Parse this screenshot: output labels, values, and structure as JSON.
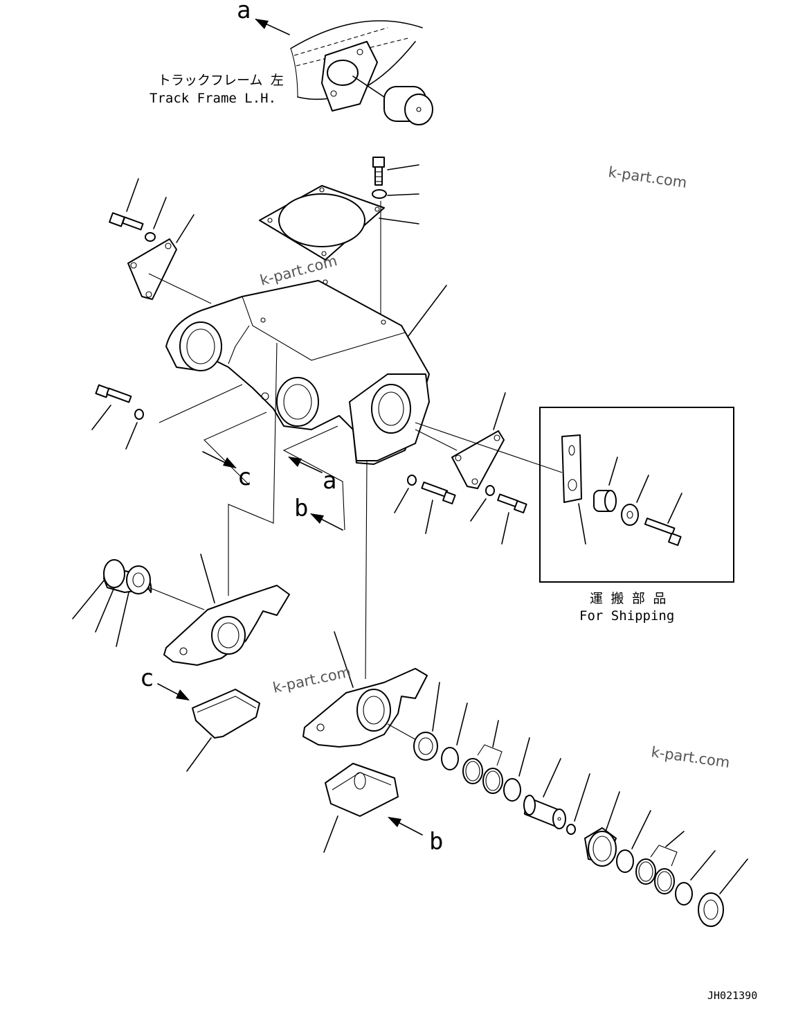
{
  "diagram": {
    "refs": {
      "a_top": "a",
      "a_mid": "a",
      "b_mid": "b",
      "b_bottom": "b",
      "c_mid": "c",
      "c_left": "c"
    },
    "track_frame": {
      "label_jp": "トラックフレーム 左",
      "label_en": "Track Frame L.H."
    },
    "shipping": {
      "label_jp": "運 搬 部 品",
      "label_en": "For Shipping"
    },
    "watermarks": [
      "k-part.com",
      "k-part.com",
      "k-part.com",
      "k-part.com"
    ],
    "drawing_id": "JH021390"
  }
}
